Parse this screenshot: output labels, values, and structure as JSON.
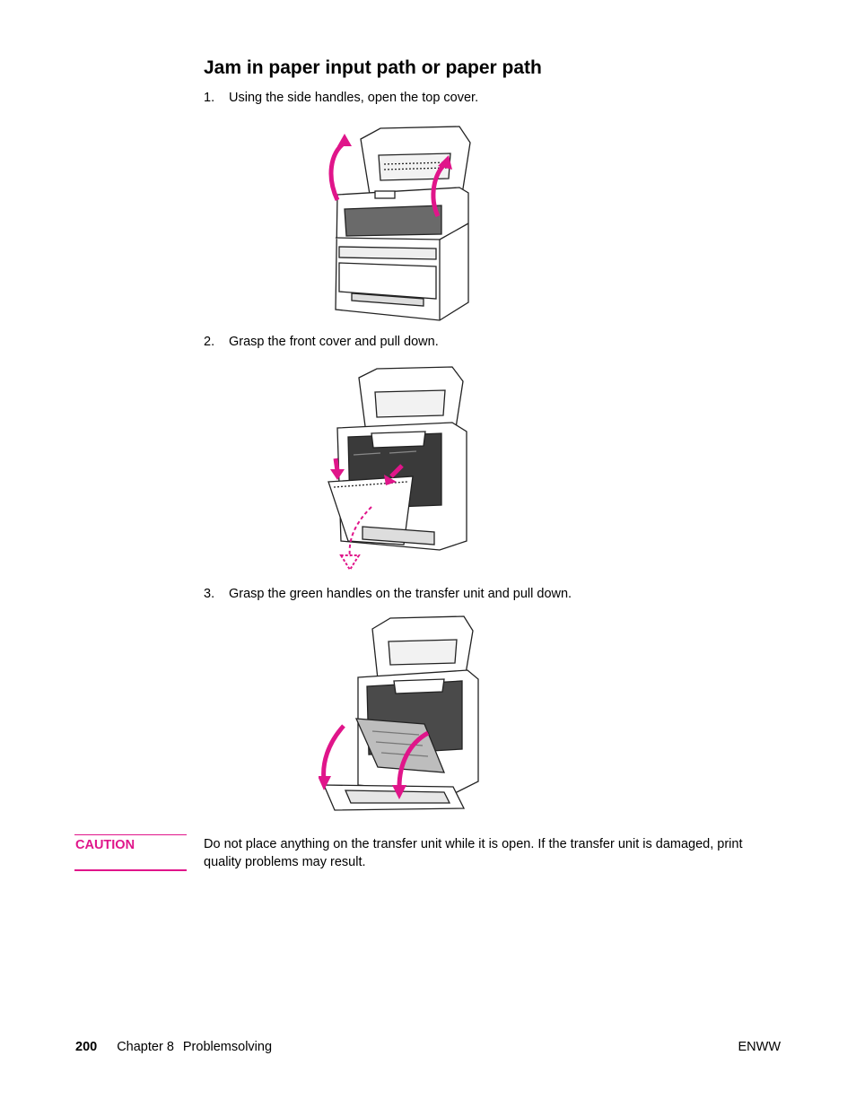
{
  "heading": "Jam in paper input path or paper path",
  "steps": [
    {
      "number": "1.",
      "text": "Using the side handles, open the top cover."
    },
    {
      "number": "2.",
      "text": "Grasp the front cover and pull down."
    },
    {
      "number": "3.",
      "text": "Grasp the green handles on the transfer unit and pull down."
    }
  ],
  "caution": {
    "label": "CAUTION",
    "text": "Do not place anything on the transfer unit while it is open. If the transfer unit is damaged, print quality problems may result."
  },
  "footer": {
    "page_number": "200",
    "chapter": "Chapter 8",
    "section": "Problemsolving",
    "doc_code": "ENWW"
  },
  "colors": {
    "accent": "#e0158a"
  }
}
